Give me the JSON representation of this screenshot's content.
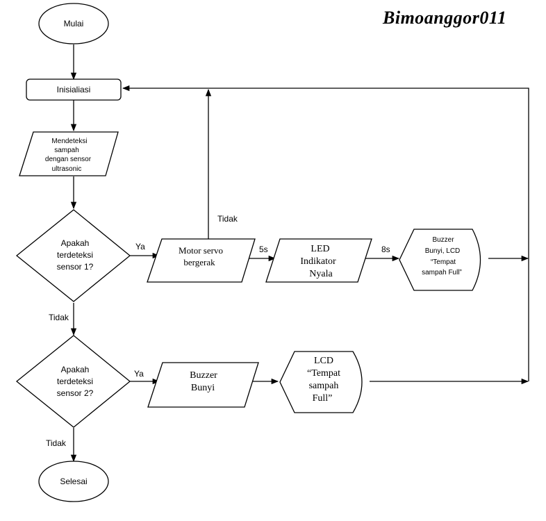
{
  "watermark": "Bimoanggor011",
  "nodes": {
    "start": "Mulai",
    "init": "Inisialiasi",
    "detect": [
      "Mendeteksi",
      "sampah",
      "dengan sensor",
      "ultrasonic"
    ],
    "decision1": [
      "Apakah",
      "terdeteksi",
      "sensor 1?"
    ],
    "decision2": [
      "Apakah",
      "terdeteksi",
      "sensor 2?"
    ],
    "servo": [
      "Motor servo",
      "bergerak"
    ],
    "led": [
      "LED",
      "Indikator",
      "Nyala"
    ],
    "buzzer_lcd": [
      "Buzzer",
      "Bunyi, LCD",
      "“Tempat",
      "sampah Full”"
    ],
    "buzzer2": [
      "Buzzer",
      "Bunyi"
    ],
    "lcd2": [
      "LCD",
      "“Tempat",
      "sampah",
      "Full”"
    ],
    "end": "Selesai"
  },
  "edge_labels": {
    "ya1": "Ya",
    "ya2": "Ya",
    "tidak_servo": "Tidak",
    "tidak1": "Tidak",
    "tidak2": "Tidak",
    "t5s": "5s",
    "t8s": "8s"
  }
}
